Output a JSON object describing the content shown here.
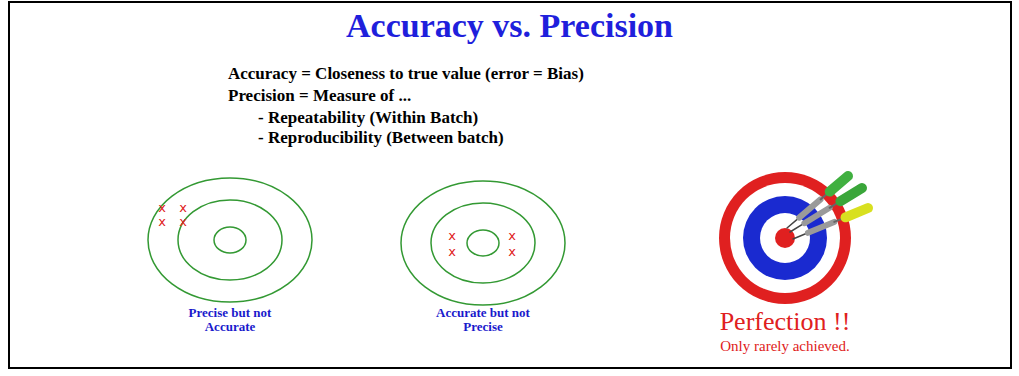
{
  "diagram": {
    "title": "Accuracy vs. Precision",
    "labels": [
      "Accuracy = Closeness to true value (error = Bias)",
      "Precision = Measure of ...",
      "- Repeatability (Within Batch)",
      "- Reproducibility (Between batch)",
      "x",
      "x",
      "x",
      "x",
      "Precise but not Accurate",
      "x",
      "x",
      "x",
      "x",
      "Accurate but not Precise",
      "Perfection !!",
      "Only rarely achieved."
    ]
  }
}
